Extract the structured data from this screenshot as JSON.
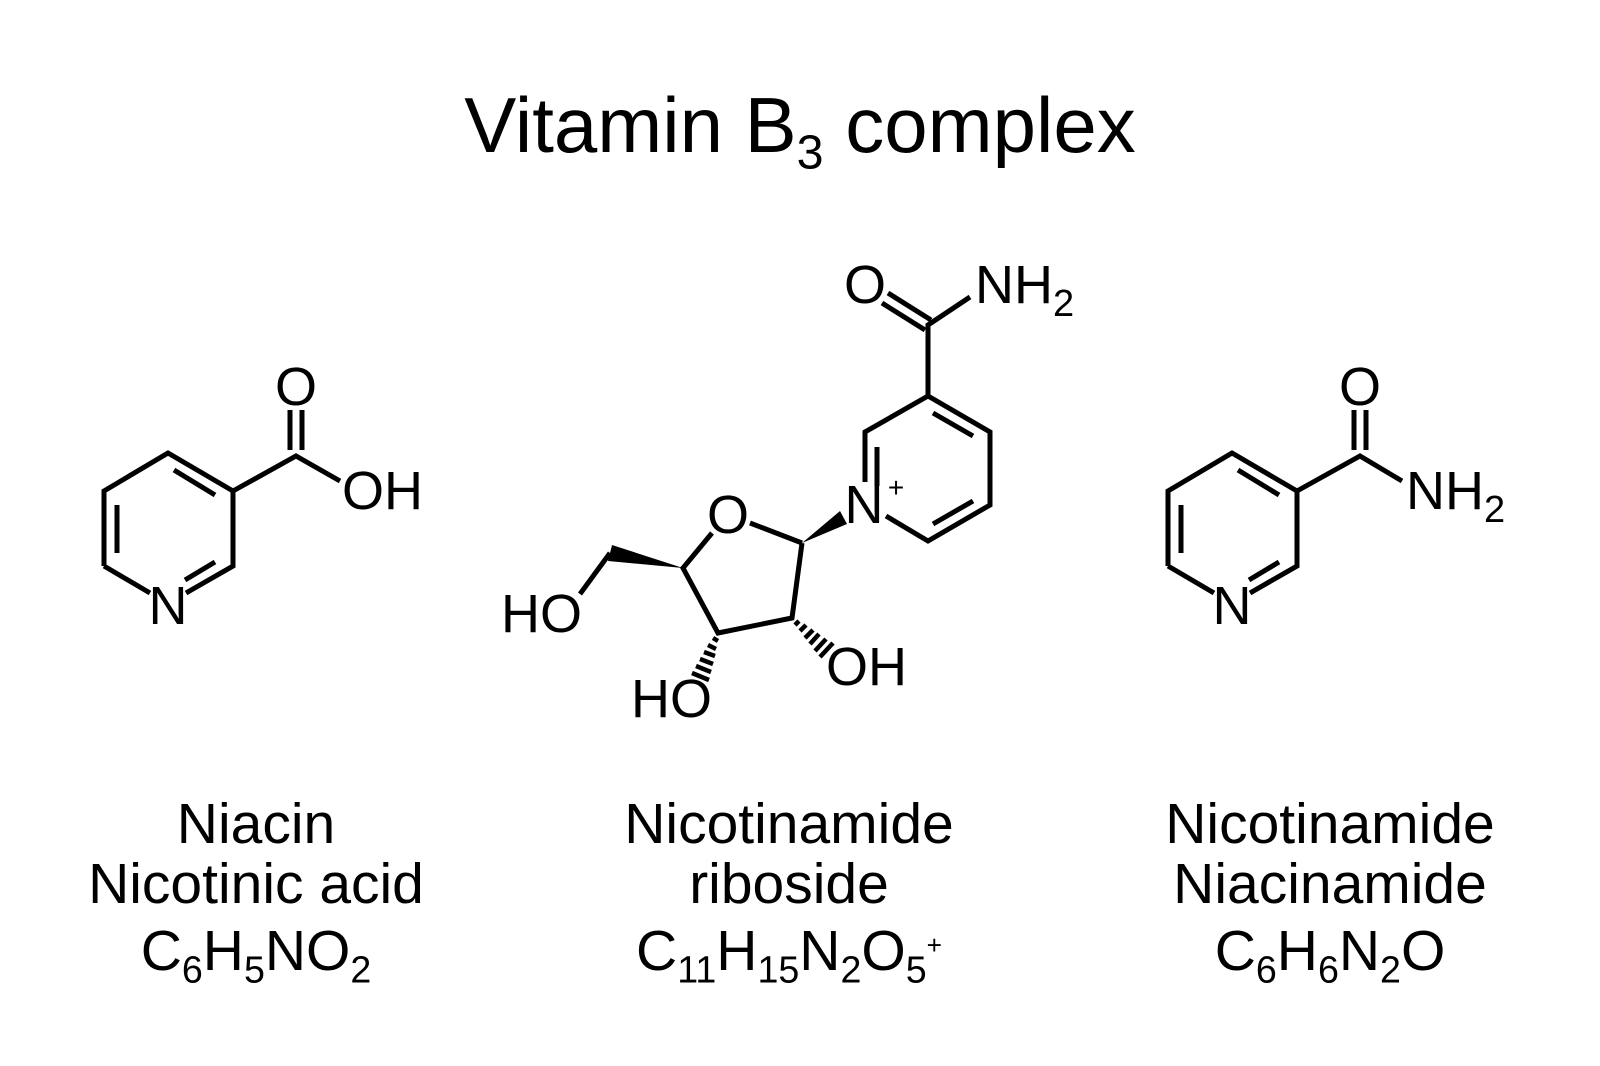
{
  "colors": {
    "ink": "#000000",
    "background": "#ffffff"
  },
  "title": {
    "segments": [
      {
        "t": "Vitamin B"
      },
      {
        "t": "3",
        "s": "sub"
      },
      {
        "t": " complex"
      }
    ]
  },
  "molecules": [
    {
      "id": "niacin",
      "name_lines": [
        "Niacin",
        "Nicotinic acid"
      ],
      "formula_segments": [
        {
          "t": "C"
        },
        {
          "t": "6",
          "s": "sub"
        },
        {
          "t": "H"
        },
        {
          "t": "5",
          "s": "sub"
        },
        {
          "t": "NO"
        },
        {
          "t": "2",
          "s": "sub"
        }
      ],
      "atoms": {
        "ring_n": "N",
        "carbonyl_o": "O",
        "hydroxyl_oh": "OH"
      }
    },
    {
      "id": "nicotinamide-riboside",
      "name_lines": [
        "Nicotinamide",
        "riboside"
      ],
      "formula_segments": [
        {
          "t": "C"
        },
        {
          "t": "11",
          "s": "sub"
        },
        {
          "t": "H"
        },
        {
          "t": "15",
          "s": "sub"
        },
        {
          "t": "N"
        },
        {
          "t": "2",
          "s": "sub"
        },
        {
          "t": "O"
        },
        {
          "t": "5",
          "s": "sub"
        },
        {
          "t": "+",
          "s": "sup"
        }
      ],
      "atoms": {
        "ring_n": "N",
        "ring_charge": "+",
        "carbonyl_o": "O",
        "amide_nh": "NH",
        "amide_h_count": "2",
        "ribose_ring_o": "O",
        "c5_ho": "HO",
        "c3_ho": "HO",
        "c2_oh": "OH"
      }
    },
    {
      "id": "nicotinamide",
      "name_lines": [
        "Nicotinamide",
        "Niacinamide"
      ],
      "formula_segments": [
        {
          "t": "C"
        },
        {
          "t": "6",
          "s": "sub"
        },
        {
          "t": "H"
        },
        {
          "t": "6",
          "s": "sub"
        },
        {
          "t": "N"
        },
        {
          "t": "2",
          "s": "sub"
        },
        {
          "t": "O"
        }
      ],
      "atoms": {
        "ring_n": "N",
        "carbonyl_o": "O",
        "amide_nh": "NH",
        "amide_h_count": "2"
      }
    }
  ]
}
